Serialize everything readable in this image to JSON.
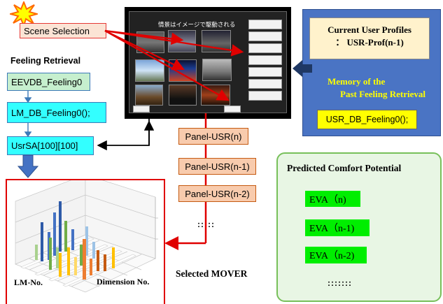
{
  "scene_selection": "Scene Selection",
  "feeling_retrieval": "Feeling Retrieval",
  "eevdb": "EEVDB_Feeling0",
  "lm_db": "LM_DB_Feeling0();",
  "usrsa": "UsrSA[100][100]",
  "screen_title": "情景はイメージで駆動される",
  "panels": [
    "Panel-USR(n)",
    "Panel-USR(n-1)",
    "Panel-USR(n-2)"
  ],
  "panel_dots": ":::::",
  "profile_line1": "Current User Profiles",
  "profile_line2": "： USR-Prof(n-1)",
  "memory_line1": "Memory of the",
  "memory_line2": "Past Feeling Retrieval",
  "usr_db": "USR_DB_Feeling0();",
  "predicted_title": "Predicted Comfort Potential",
  "eva": [
    "EVA（n)",
    "EVA（n-1)",
    "EVA（n-2)"
  ],
  "eva_dots": ":::::::",
  "selected_mover": "Selected MOVER",
  "lm_no": "LM-No.",
  "dimension_no": "Dimension No.",
  "colors": {
    "green_box": "#c6efce",
    "cyan_box": "#33ffff",
    "panel": "#f8cbad",
    "blue_block": "#4a74c4",
    "yellow": "#ffff00",
    "eva_green": "#00ee00",
    "arrow_red": "#e00000"
  }
}
